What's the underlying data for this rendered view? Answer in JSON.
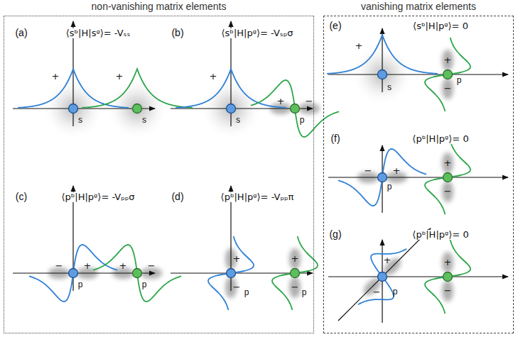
{
  "diagram": {
    "nodes": [
      {
        "text": [
          "non-vanishing matrix elements"
        ]
      },
      {
        "text": [
          "vanishing matrix elements"
        ]
      }
    ],
    "labels": [
      "(a)",
      "⟨sᵇ|H|sᵍ⟩= -Vₛₛ",
      "+",
      "+",
      "s",
      "s",
      "(b)",
      "⟨sᵇ|H|pᵍ⟩= -Vₛₚσ",
      "+",
      "s",
      "+",
      "−",
      "p",
      "(c)",
      "⟨pᵇ|H|pᵍ⟩= -Vₚₚσ",
      "−",
      "+",
      "+",
      "−",
      "p",
      "p",
      "(d)",
      "⟨pᵇ|H|pᵍ⟩= -Vₚₚπ",
      "+",
      "−",
      "+",
      "−",
      "p",
      "p",
      "(e)",
      "⟨sᵇ|H|pᵍ⟩= 0",
      "+",
      "s",
      "+",
      "−",
      "p",
      "(f)",
      "⟨pᵇ|H|pᵍ⟩= 0",
      "−",
      "+",
      "p",
      "+",
      "−",
      "(g)",
      "⟨pᵇ|H|pᵍ⟩= 0",
      "−",
      "+",
      "p",
      "+",
      "−"
    ]
  }
}
